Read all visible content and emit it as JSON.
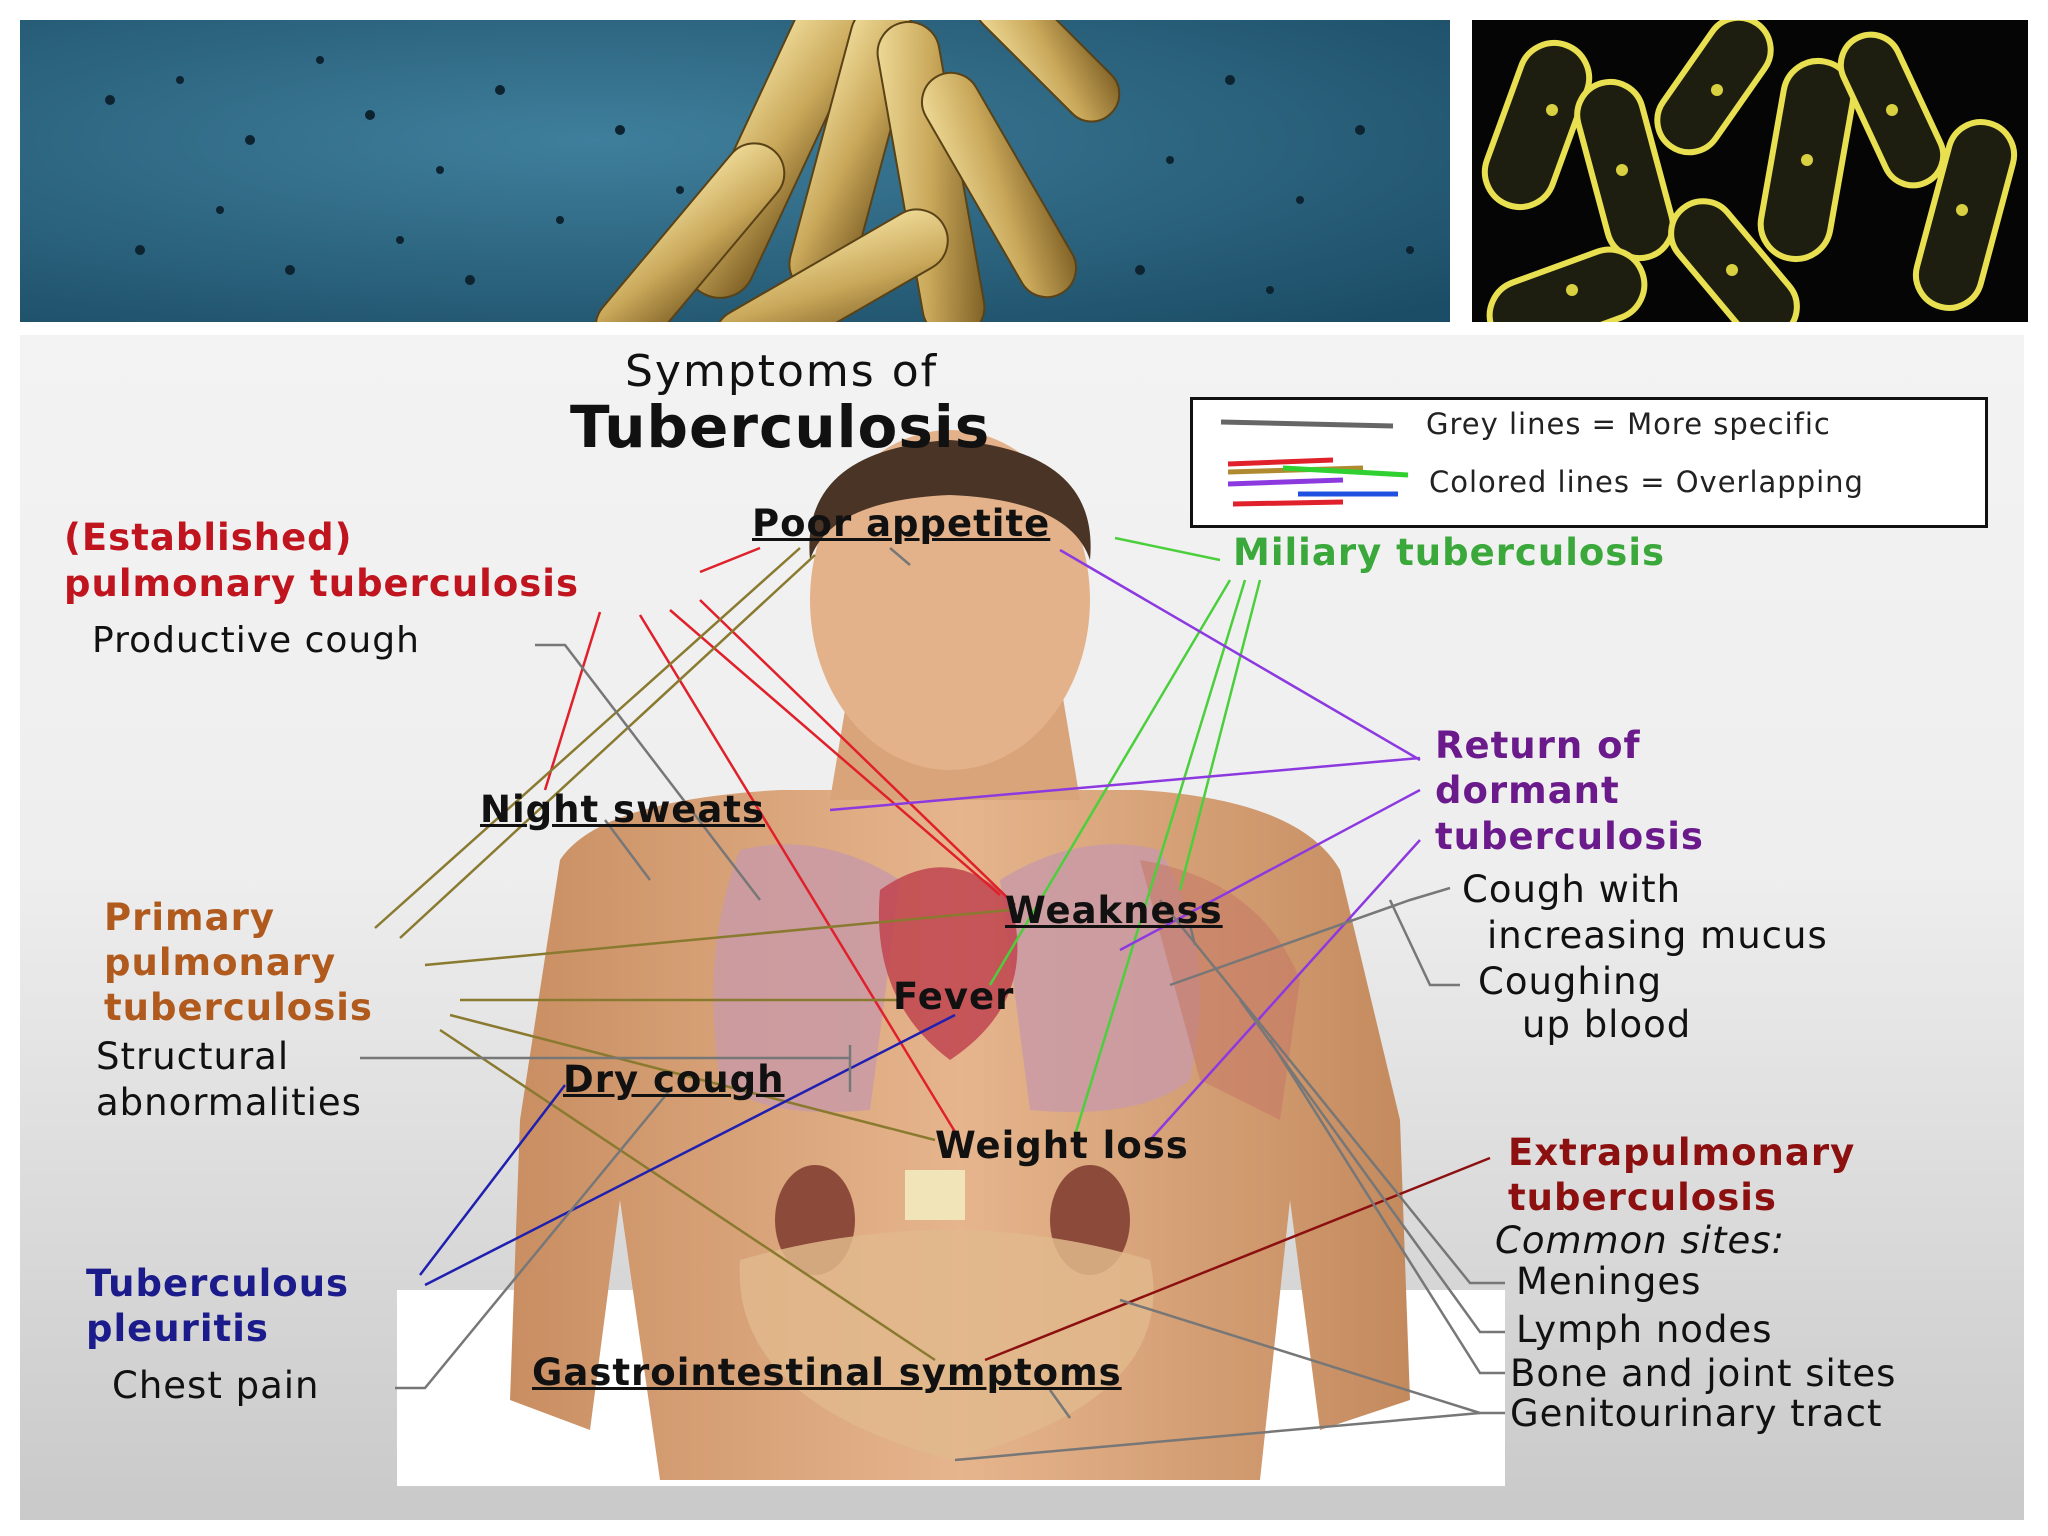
{
  "title": {
    "line1": "Symptoms of",
    "line2": "Tuberculosis"
  },
  "legend": {
    "grey": "Grey lines = More specific",
    "colored": "Colored lines = Overlapping"
  },
  "diseases": {
    "established_line1": "(Established)",
    "established_line2": "pulmonary tuberculosis",
    "miliary": "Miliary tuberculosis",
    "return_line1": "Return of",
    "return_line2": "dormant",
    "return_line3": "tuberculosis",
    "primary_line1": "Primary",
    "primary_line2": "pulmonary",
    "primary_line3": "tuberculosis",
    "pleuritis_line1": "Tuberculous",
    "pleuritis_line2": "pleuritis",
    "extra_line1": "Extrapulmonary",
    "extra_line2": "tuberculosis",
    "common_sites": "Common sites:"
  },
  "symptoms": {
    "poor_appetite": "Poor appetite",
    "night_sweats": "Night sweats",
    "weakness": "Weakness",
    "fever": "Fever",
    "dry_cough": "Dry cough",
    "weight_loss": "Weight loss",
    "gastro": "Gastrointestinal symptoms"
  },
  "specific": {
    "productive_cough": "Productive cough",
    "cough_mucus_1": "Cough with",
    "cough_mucus_2": "increasing mucus",
    "cough_blood_1": "Coughing",
    "cough_blood_2": "up blood",
    "structural_1": "Structural",
    "structural_2": "abnormalities",
    "chest_pain": "Chest pain",
    "meninges": "Meninges",
    "lymph": "Lymph nodes",
    "bone": "Bone and joint sites",
    "genito": "Genitourinary tract"
  },
  "colors": {
    "established": "#c0141e",
    "miliary": "#3aa83a",
    "return": "#6b1a8c",
    "primary": "#b05a1e",
    "pleuritis": "#1b1b8c",
    "extra": "#8c1010",
    "grey_line": "#666666"
  }
}
